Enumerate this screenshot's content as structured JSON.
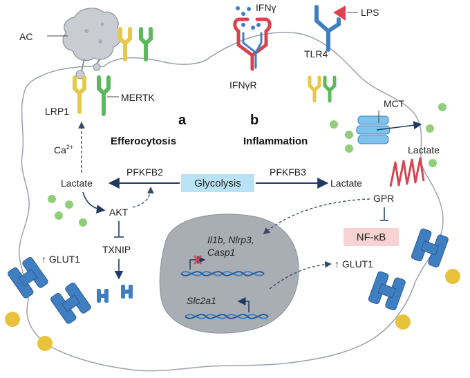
{
  "panel_a": {
    "letter": "a",
    "title": "Efferocytosis",
    "ac": "AC",
    "lrp1": "LRP1",
    "mertk": "MERTK",
    "calcium": "Ca",
    "calcium_sup": "2+",
    "lactate": "Lactate",
    "pfkfb2": "PFKFB2",
    "akt": "AKT",
    "txnip": "TXNIP",
    "glut1": "↑ GLUT1"
  },
  "panel_b": {
    "letter": "b",
    "title": "Inflammation",
    "ifng": "IFNγ",
    "ifngr": "IFNγR",
    "lps": "LPS",
    "tlr4": "TLR4",
    "mct": "MCT",
    "lactate_out": "Lactate",
    "pfkfb3": "PFKFB3",
    "lactate": "Lactate",
    "gpr": "GPR",
    "nfkb": "NF-κB",
    "genes_line1": "Il1b, Nlrp3,",
    "genes_line2": "Casp1",
    "slc2a1": "Slc2a1",
    "glut1": "↑ GLUT1"
  },
  "center": {
    "glycolysis": "Glycolysis"
  },
  "colors": {
    "cell_a": "#e5e3c8",
    "cell_b": "#c8d0e0",
    "nucleus": "#a9adb4",
    "glycolysis_box": "#b9e3f5",
    "nfkb_box": "#f8d3d3",
    "receptor_yellow": "#e8c84a",
    "receptor_green": "#5cb85c",
    "receptor_red": "#d9434f",
    "receptor_blue": "#3f7fc1",
    "lactate_dot": "#8fcf7a",
    "glut_blue": "#3f7fc1",
    "glucose_dot": "#e9c23b"
  },
  "icons": [
    "apoptotic-cell-icon",
    "yellow-receptor-icon",
    "green-receptor-icon",
    "ifng-receptor-icon",
    "tlr4-icon",
    "lps-icon",
    "mct-transporter-icon",
    "gpr-receptor-icon",
    "glut1-transporter-icon",
    "dna-icon",
    "inhibition-x-icon"
  ]
}
